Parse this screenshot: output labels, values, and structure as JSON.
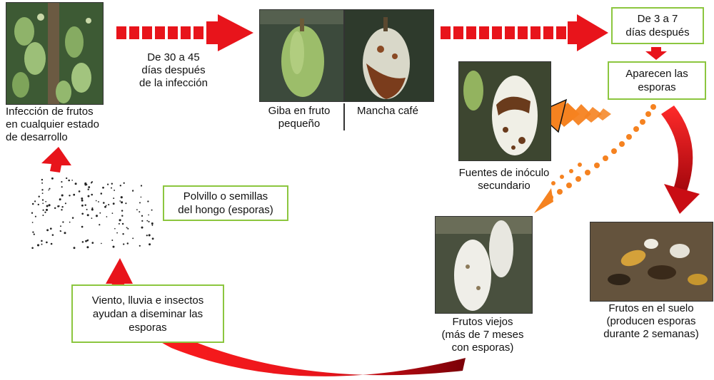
{
  "stages": {
    "infeccion": "Infección de frutos\nen cualquier estado\nde desarrollo",
    "intervalo_1": "De 30 a 45\ndías después\nde la infección",
    "giba": "Giba en fruto\npequeño",
    "mancha": "Mancha café",
    "intervalo_2": "De 3 a 7\ndías después",
    "esporas": "Aparecen las\nesporas",
    "fuentes": "Fuentes de inóculo\nsecundario",
    "frutos_suelo": "Frutos en el suelo\n(producen esporas\ndurante 2 semanas)",
    "frutos_viejos": "Frutos viejos\n(más de 7 meses\ncon esporas)",
    "diseminacion": "Viento, lluvia e insectos\nayudan a diseminar las\nesporas",
    "polvillo": "Polvillo o semillas\ndel hongo (esporas)"
  },
  "colors": {
    "arrow_red": "#e8141b",
    "arrow_dark_red": "#9c0a10",
    "arrow_orange": "#f58220",
    "box_border": "#8cc63f"
  },
  "icons": {
    "photo_infected_tree": "cacao-tree-photo",
    "photo_giba": "green-pod-photo",
    "photo_mancha": "brown-spot-pod-photo",
    "photo_inoculo": "white-spore-pod-photo",
    "photo_viejos": "old-pods-photo",
    "photo_suelo": "ground-pods-photo"
  }
}
